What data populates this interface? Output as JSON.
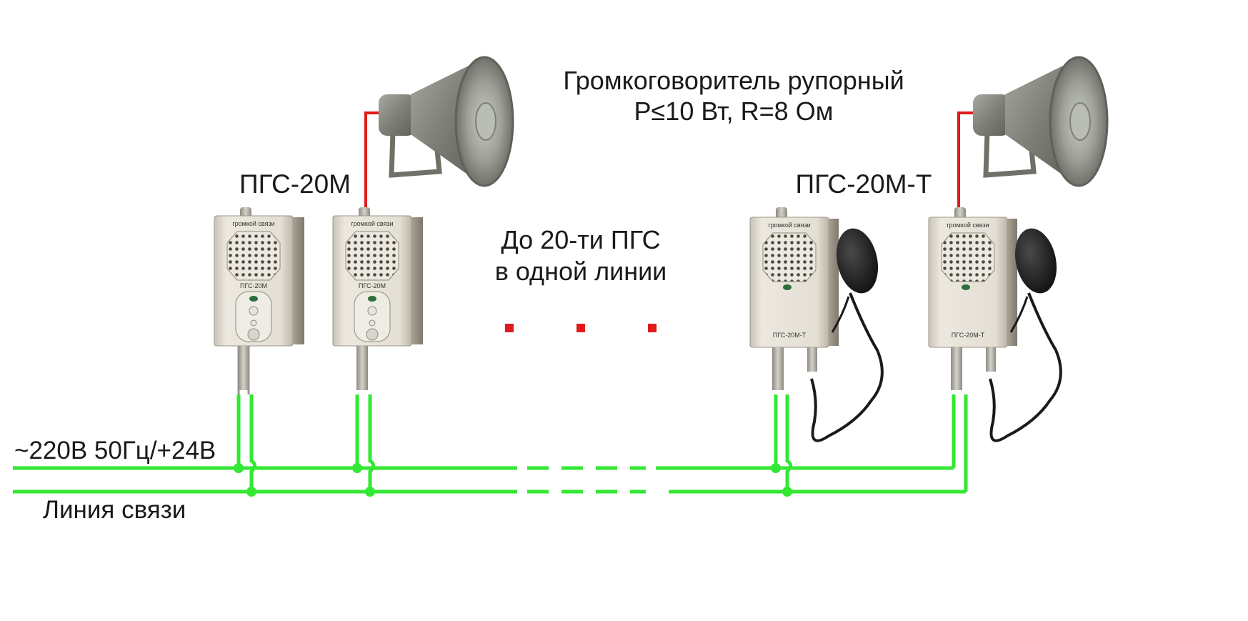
{
  "labels": {
    "loudspeaker_line1": "Громкоговоритель рупорный",
    "loudspeaker_line2": "P≤10 Вт, R=8 Ом",
    "device_a": "ПГС-20М",
    "device_b": "ПГС-20М-Т",
    "count_line1": "До 20-ти ПГС",
    "count_line2": "в одной линии",
    "power_line": "~220В 50Гц/+24В",
    "comm_line": "Линия связи"
  },
  "device_faces": {
    "top_strip": "громкой связи",
    "model_a": "ПГС-20М",
    "model_b": "ПГС-20М-Т"
  },
  "colors": {
    "line": "#33e833",
    "speaker_wire": "#e01b1b",
    "dots": "#e01b1b",
    "housing": "#e2ddd2",
    "horn": "#8c8f85"
  }
}
